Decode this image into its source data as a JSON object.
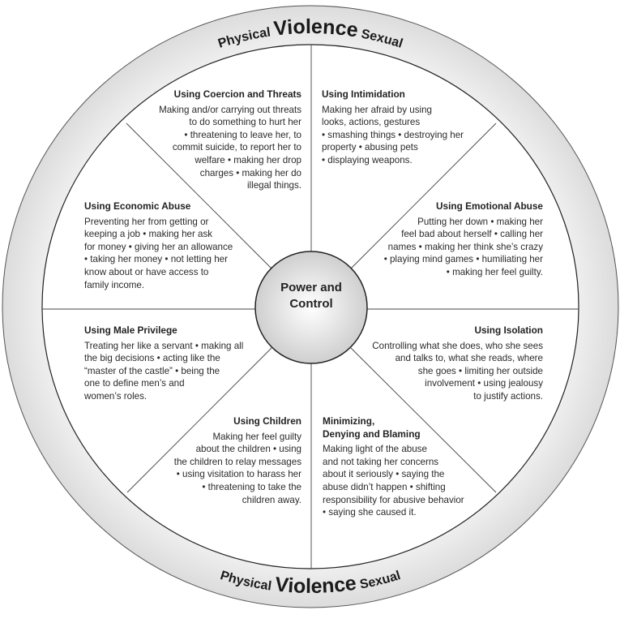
{
  "ring": {
    "top": {
      "left": "Physical",
      "middle": "Violence",
      "right": "Sexual"
    },
    "bottom": {
      "left": "Physical",
      "middle": "Violence",
      "right": "Sexual"
    }
  },
  "center": {
    "line1": "Power and",
    "line2": "Control"
  },
  "sections": {
    "coercion": {
      "title": "Using Coercion and Threats",
      "body": "Making and/or carrying out threats\nto do something to hurt her\n• threatening to leave her, to\ncommit suicide, to report her to\nwelfare • making her drop\ncharges • making her do\nillegal things."
    },
    "intimidation": {
      "title": "Using Intimidation",
      "body": "Making her afraid by using\nlooks, actions, gestures\n• smashing things • destroying her\nproperty • abusing pets\n• displaying weapons."
    },
    "emotional": {
      "title": "Using Emotional Abuse",
      "body": "Putting her down • making her\nfeel bad about herself • calling her\nnames • making her think she’s crazy\n• playing mind games • humiliating her\n• making her feel guilty."
    },
    "economic": {
      "title": "Using Economic Abuse",
      "body": "Preventing her from getting or\nkeeping a job • making her ask\nfor money • giving her an allowance\n• taking her money • not letting her\nknow about or have access to\nfamily income."
    },
    "privilege": {
      "title": "Using Male Privilege",
      "body": "Treating her like a servant • making all\nthe big decisions • acting like the\n“master of the castle” • being the\none to define men’s and\nwomen’s roles."
    },
    "isolation": {
      "title": "Using Isolation",
      "body": "Controlling what she does, who she sees\nand talks to, what she reads, where\nshe goes • limiting her outside\ninvolvement • using jealousy\nto justify actions."
    },
    "children": {
      "title": "Using Children",
      "body": "Making her feel guilty\nabout the children • using\nthe children to relay messages\n• using visitation to harass her\n• threatening to take the\nchildren away."
    },
    "minimizing": {
      "title": "Minimizing,\nDenying and Blaming",
      "body": "Making light of the abuse\nand not taking her concerns\nabout it seriously • saying the\nabuse didn’t happen • shifting\nresponsibility for abusive behavior\n• saying she caused it."
    }
  },
  "colors": {
    "ring": "#e4e4e4",
    "line": "#333333",
    "hub": "#d9d9d9"
  }
}
